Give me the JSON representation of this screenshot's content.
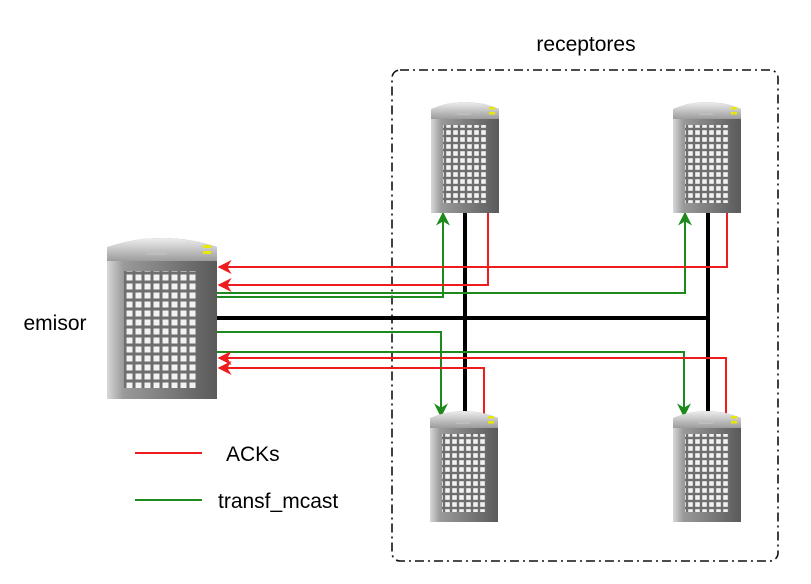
{
  "labels": {
    "group_title": "receptores",
    "sender": "emisor"
  },
  "legend": [
    {
      "label": "ACKs",
      "color": "#ee1c1c"
    },
    {
      "label": "transf_mcast",
      "color": "#1c8a1c"
    }
  ],
  "colors": {
    "ack": "#ee1c1c",
    "mcast": "#1c8a1c",
    "link": "#000000",
    "group_border": "#111111"
  },
  "icons": {
    "sender": "server-tower-icon",
    "receivers": [
      "server-tower-icon",
      "server-tower-icon",
      "server-tower-icon",
      "server-tower-icon"
    ]
  }
}
